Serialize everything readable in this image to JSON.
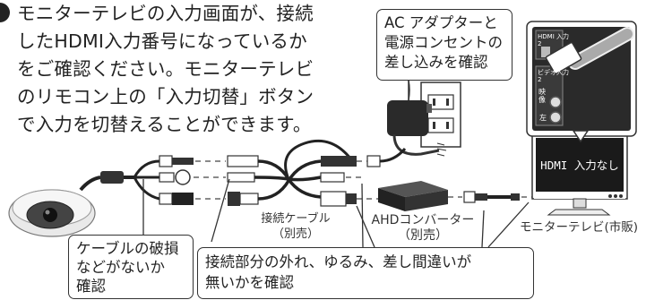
{
  "instruction": {
    "lines": [
      "モニターテレビの入力画面が、接続",
      "したHDMI入力番号になっているか",
      "をご確認ください。モニターテレビ",
      "のリモコン上の「入力切替」ボタン",
      "で入力を切替えることができます。"
    ]
  },
  "callouts": {
    "adapter": [
      "AC アダプターと",
      "電源コンセントの",
      "差し込みを確認"
    ],
    "cable_damage": [
      "ケーブルの破損",
      "などがないか",
      "確認"
    ],
    "connection": [
      "接続部分の外れ、ゆるみ、差し間違いが",
      "無いかを確認"
    ]
  },
  "labels": {
    "cable": [
      "接続ケーブル",
      "（別売）"
    ],
    "converter": [
      "AHDコンバーター",
      "（別売）"
    ],
    "monitor": "モニターテレビ(市販)"
  },
  "tv_screen_text": "HDMI 入力なし",
  "tv_panel": {
    "hdmi_label": "HDMI 入力",
    "hdmi_number": "2",
    "video_label": "ビデオ入力",
    "video_number": "2",
    "video_jack_label": "映像",
    "audio_jack_label": "左"
  },
  "colors": {
    "line": "#333333",
    "tv_screen": "#1a1a1a",
    "panel": "#2a2a2a"
  }
}
